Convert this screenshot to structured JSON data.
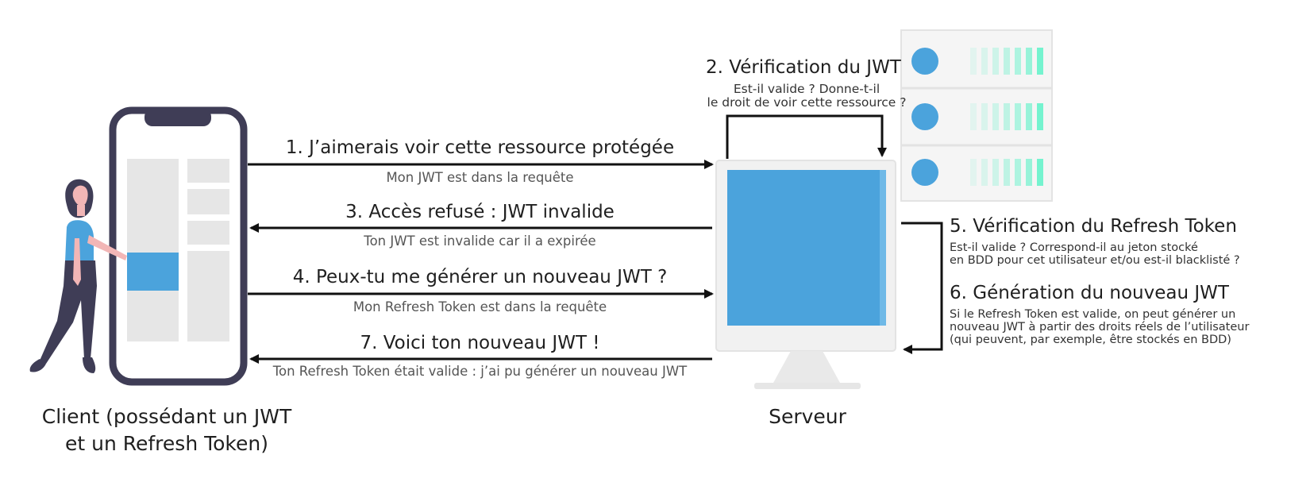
{
  "client": {
    "label_line1": "Client (possédant un JWT",
    "label_line2": "et un Refresh Token)"
  },
  "server": {
    "label": "Serveur"
  },
  "steps": {
    "request": {
      "title": "1. J’aimerais voir cette ressource protégée",
      "detail": "Mon JWT est dans la requête"
    },
    "verify_jwt": {
      "title": "2. Vérification du JWT",
      "detail_line1": "Est-il valide ? Donne-t-il",
      "detail_line2": "le droit de voir cette ressource ?"
    },
    "denied": {
      "title": "3. Accès refusé : JWT invalide",
      "detail": "Ton JWT est invalide car il a expirée"
    },
    "refresh_request": {
      "title": "4. Peux-tu me générer un nouveau JWT ?",
      "detail": "Mon Refresh Token est dans la requête"
    },
    "verify_refresh": {
      "title": "5. Vérification du Refresh Token",
      "detail_line1": "Est-il valide ? Correspond-il au jeton stocké",
      "detail_line2": "en BDD pour cet utilisateur et/ou est-il blacklisté ?"
    },
    "generate": {
      "title": "6. Génération du nouveau JWT",
      "detail_line1": "Si le Refresh Token est valide, on peut générer un",
      "detail_line2": "nouveau JWT à partir des droits réels de l’utilisateur",
      "detail_line3": "(qui peuvent, par exemple, être stockés en BDD)"
    },
    "response": {
      "title": "7. Voici ton nouveau JWT !",
      "detail": "Ton Refresh Token était valide : j’ai pu générer un nouveau JWT"
    }
  },
  "colors": {
    "accent": "#4ba3dc",
    "dark": "#3f3d56",
    "panel": "#e6e6e6",
    "skin": "#f2b6b6",
    "server_bar": "#5ef2c8"
  }
}
